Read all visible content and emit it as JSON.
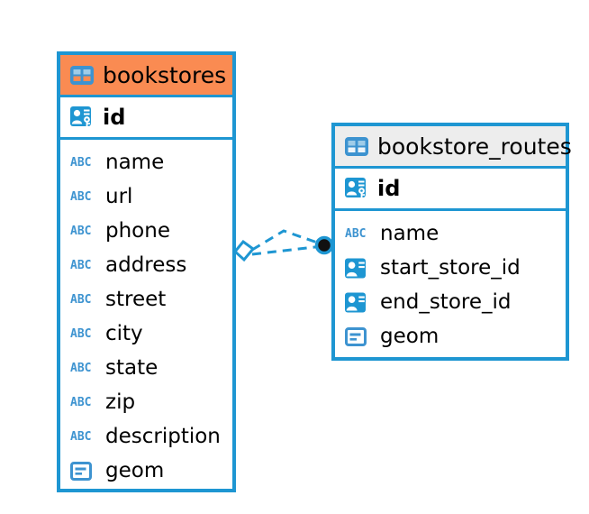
{
  "diagram": {
    "kind": "entity-relationship-diagram",
    "background_color": "#ffffff",
    "accent_blue": "#1e96d2",
    "accent_orange": "#fa8b52",
    "header_gray": "#ededed"
  },
  "entities": [
    {
      "id": "bookstores",
      "name": "bookstores",
      "header_color": "#fa8b52",
      "table_icon": "table-icon",
      "primary_key": {
        "name": "id",
        "icon": "primary-key-icon"
      },
      "fields": [
        {
          "name": "name",
          "icon": "abc-text-icon",
          "icon_label": "ABC"
        },
        {
          "name": "url",
          "icon": "abc-text-icon",
          "icon_label": "ABC"
        },
        {
          "name": "phone",
          "icon": "abc-text-icon",
          "icon_label": "ABC"
        },
        {
          "name": "address",
          "icon": "abc-text-icon",
          "icon_label": "ABC"
        },
        {
          "name": "street",
          "icon": "abc-text-icon",
          "icon_label": "ABC"
        },
        {
          "name": "city",
          "icon": "abc-text-icon",
          "icon_label": "ABC"
        },
        {
          "name": "state",
          "icon": "abc-text-icon",
          "icon_label": "ABC"
        },
        {
          "name": "zip",
          "icon": "abc-text-icon",
          "icon_label": "ABC"
        },
        {
          "name": "description",
          "icon": "abc-text-icon",
          "icon_label": "ABC"
        },
        {
          "name": "geom",
          "icon": "geometry-icon",
          "icon_label": ""
        }
      ]
    },
    {
      "id": "bookstore_routes",
      "name": "bookstore_routes",
      "header_color": "#ededed",
      "table_icon": "table-icon",
      "primary_key": {
        "name": "id",
        "icon": "primary-key-icon"
      },
      "fields": [
        {
          "name": "name",
          "icon": "abc-text-icon",
          "icon_label": "ABC"
        },
        {
          "name": "start_store_id",
          "icon": "foreign-key-icon",
          "icon_label": ""
        },
        {
          "name": "end_store_id",
          "icon": "foreign-key-icon",
          "icon_label": ""
        },
        {
          "name": "geom",
          "icon": "geometry-icon",
          "icon_label": ""
        }
      ]
    }
  ],
  "relationship": {
    "from_entity": "bookstores",
    "to_entity": "bookstore_routes",
    "line_style": "dashed",
    "line_color": "#1e96d2",
    "source_marker": "diamond-marker",
    "target_marker": "filled-circle-marker"
  }
}
